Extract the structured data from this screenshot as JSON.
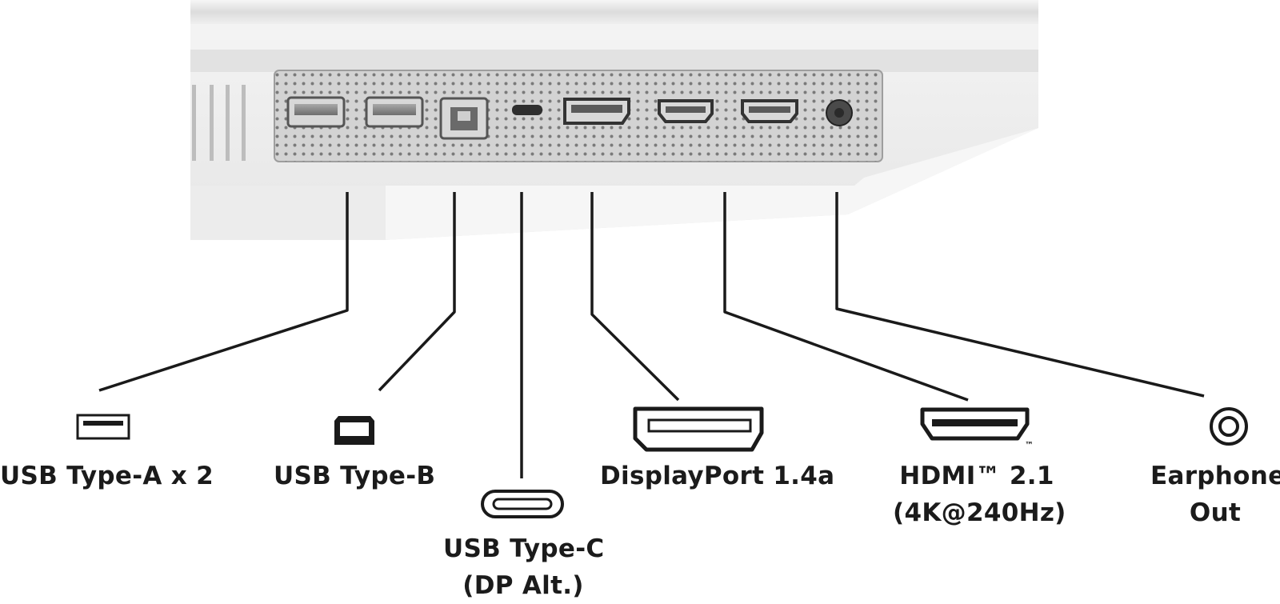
{
  "ports": [
    {
      "id": "usb-a",
      "icon": "usb-type-a-icon",
      "lines": [
        "USB Type-A x 2"
      ]
    },
    {
      "id": "usb-b",
      "icon": "usb-type-b-icon",
      "lines": [
        "USB Type-B"
      ]
    },
    {
      "id": "usb-c",
      "icon": "usb-type-c-icon",
      "lines": [
        "USB Type-C",
        "(DP Alt.)"
      ]
    },
    {
      "id": "displayport",
      "icon": "displayport-icon",
      "lines": [
        "DisplayPort 1.4a"
      ]
    },
    {
      "id": "hdmi",
      "icon": "hdmi-icon",
      "lines": [
        "HDMI™ 2.1",
        "(4K@240Hz)"
      ]
    },
    {
      "id": "earphone",
      "icon": "earphone-jack-icon",
      "lines": [
        "Earphone",
        "Out"
      ]
    }
  ],
  "hdmi_trademark": "™",
  "colors": {
    "monitor_body": "#ebebeb",
    "port_panel": "#cfcfcf",
    "leader_line": "#1a1a1a",
    "text": "#1b1b1b"
  }
}
